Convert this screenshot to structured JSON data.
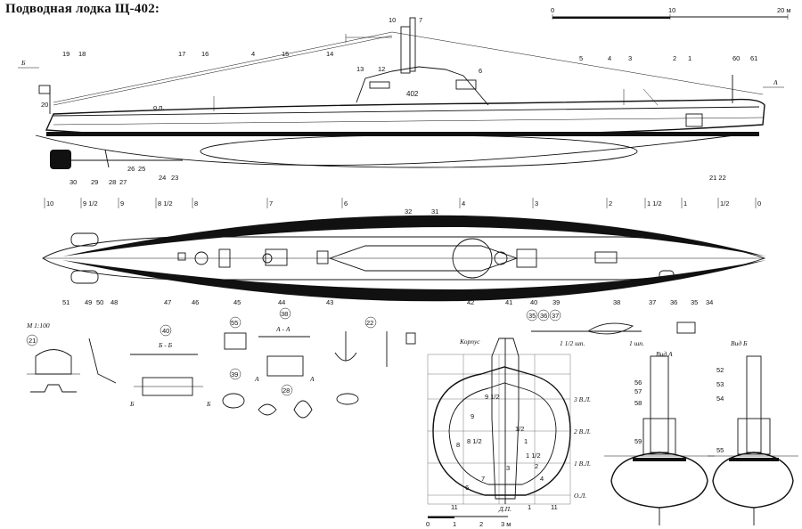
{
  "title": "Подводная лодка Щ-402:",
  "scale_main": {
    "zero": "0",
    "mid": "10",
    "end": "20 м"
  },
  "scale_small": {
    "zero": "0",
    "one": "1",
    "two": "2",
    "three": "3 м"
  },
  "scale_ratio": "М 1:100",
  "hull_number": "402",
  "bow_label": "А",
  "stern_label": "Б",
  "side_callouts": [
    "1",
    "2",
    "3",
    "4",
    "5",
    "6",
    "7",
    "10",
    "12",
    "13",
    "14",
    "15",
    "16",
    "17",
    "18",
    "19",
    "20",
    "60",
    "61"
  ],
  "under_callouts": [
    "21 22",
    "23",
    "24",
    "25",
    "26",
    "27",
    "28",
    "29",
    "30"
  ],
  "deck_marks": [
    "о.п."
  ],
  "frames": [
    "10",
    "9 1/2",
    "9",
    "8 1/2",
    "8",
    "7",
    "6",
    "4",
    "3",
    "2",
    "1 1/2",
    "1",
    "1/2",
    "0"
  ],
  "plan_callouts": [
    "32",
    "31",
    "51",
    "49",
    "50",
    "48",
    "47",
    "46",
    "45",
    "44",
    "43",
    "42",
    "41",
    "40",
    "39",
    "38",
    "37",
    "36",
    "35",
    "34"
  ],
  "plan_circled": [
    "35",
    "36",
    "37"
  ],
  "detail_labels": {
    "d21": "21",
    "d40": "40",
    "sec_bb": "Б - Б",
    "b1": "Б",
    "b2": "Б",
    "d55": "55",
    "d38": "38",
    "sec_aa": "А - А",
    "a1": "А",
    "a2": "А",
    "d39": "39",
    "d28": "28",
    "d22": "22"
  },
  "body_plan": {
    "title": "Корпус",
    "waterlines": [
      "3 В.Л.",
      "2 В.Л.",
      "1 В.Л.",
      "О.Л."
    ],
    "dp": "Д.П.",
    "sections": [
      "9 1/2",
      "9",
      "8 1/2",
      "8",
      "7",
      "6",
      "11",
      "1/2",
      "1",
      "1 1/2",
      "2",
      "3",
      "4",
      "1",
      "11"
    ]
  },
  "prop_labels": {
    "p1": "1 1/2 шп.",
    "p2": "1 шп."
  },
  "view_a": {
    "title": "Вид А",
    "callouts": [
      "56",
      "57",
      "58",
      "59"
    ]
  },
  "view_b": {
    "title": "Вид Б",
    "callouts": [
      "52",
      "53",
      "54",
      "55"
    ]
  }
}
